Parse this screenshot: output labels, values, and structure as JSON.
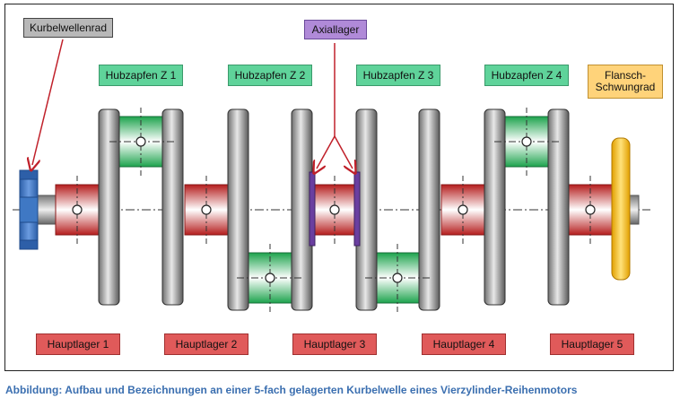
{
  "labels": {
    "kurbelwellenrad": "Kurbelwellenrad",
    "axiallager": "Axiallager",
    "hubzapfen": [
      "Hubzapfen Z 1",
      "Hubzapfen Z 2",
      "Hubzapfen Z 3",
      "Hubzapfen Z 4"
    ],
    "flansch": "Flansch-\nSchwungrad",
    "hauptlager": [
      "Hauptlager 1",
      "Hauptlager 2",
      "Hauptlager 3",
      "Hauptlager 4",
      "Hauptlager 5"
    ]
  },
  "caption": "Abbildung: Aufbau und Bezeichnungen an einer 5-fach gelagerten Kurbelwelle eines Vierzylinder-Reihenmotors",
  "colors": {
    "hubzapfen": "#5fd39a",
    "hauptlager": "#e05a5a",
    "gear": "#3f78c4",
    "axial": "#6a3fa0",
    "flywheel": "#f3b81c",
    "arrow": "#c0202a"
  }
}
